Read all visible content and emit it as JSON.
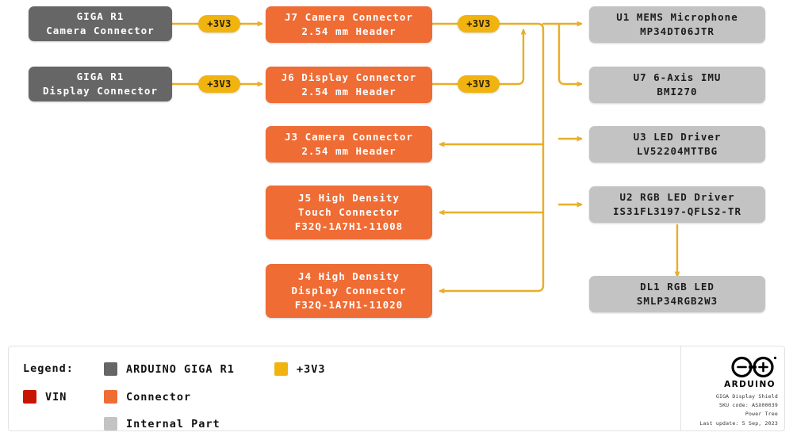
{
  "colors": {
    "giga": "#666666",
    "connector": "#ef6c35",
    "internal": "#c3c3c3",
    "rail_3v3": "#f0b310",
    "vin": "#c81400",
    "wire": "#e8ae28",
    "background": "#ffffff"
  },
  "diagram": {
    "giga_nodes": [
      {
        "id": "giga-camera",
        "lines": [
          "GIGA R1",
          "Camera Connector"
        ]
      },
      {
        "id": "giga-display",
        "lines": [
          "GIGA R1",
          "Display Connector"
        ]
      }
    ],
    "connector_nodes": [
      {
        "id": "j7",
        "lines": [
          "J7 Camera Connector",
          "2.54 mm Header"
        ]
      },
      {
        "id": "j6",
        "lines": [
          "J6 Display Connector",
          "2.54 mm Header"
        ]
      },
      {
        "id": "j3",
        "lines": [
          "J3 Camera Connector",
          "2.54 mm Header"
        ]
      },
      {
        "id": "j5",
        "lines": [
          "J5 High Density",
          "Touch Connector",
          "F32Q-1A7H1-11008"
        ]
      },
      {
        "id": "j4",
        "lines": [
          "J4 High Density",
          "Display Connector",
          "F32Q-1A7H1-11020"
        ]
      }
    ],
    "internal_nodes": [
      {
        "id": "u1",
        "lines": [
          "U1 MEMS Microphone",
          "MP34DT06JTR"
        ]
      },
      {
        "id": "u7",
        "lines": [
          "U7 6-Axis IMU",
          "BMI270"
        ]
      },
      {
        "id": "u3",
        "lines": [
          "U3 LED Driver",
          "LV52204MTTBG"
        ]
      },
      {
        "id": "u2",
        "lines": [
          "U2 RGB LED Driver",
          "IS31FL3197-QFLS2-TR"
        ]
      },
      {
        "id": "dl1",
        "lines": [
          "DL1 RGB LED",
          "SMLP34RGB2W3"
        ]
      }
    ],
    "rail_badges": [
      {
        "id": "badge-1",
        "label": "+3V3"
      },
      {
        "id": "badge-2",
        "label": "+3V3"
      },
      {
        "id": "badge-3",
        "label": "+3V3"
      },
      {
        "id": "badge-4",
        "label": "+3V3"
      }
    ]
  },
  "legend": {
    "title": "Legend:",
    "items": [
      {
        "id": "legend-arduino-giga-r1",
        "label": "ARDUINO GIGA R1",
        "color": "#666666"
      },
      {
        "id": "legend-3v3",
        "label": "+3V3",
        "color": "#f0b310"
      },
      {
        "id": "legend-vin",
        "label": "VIN",
        "color": "#c81400"
      },
      {
        "id": "legend-connector",
        "label": "Connector",
        "color": "#ef6c35"
      },
      {
        "id": "legend-internal-part",
        "label": "Internal Part",
        "color": "#c3c3c3"
      }
    ]
  },
  "branding": {
    "wordmark": "ARDUINO",
    "meta": {
      "product": "GIGA Display Shield",
      "sku": "SKU code: ASX00039",
      "doc_type": "Power Tree",
      "last_update": "Last update: 5 Sep, 2023"
    }
  }
}
